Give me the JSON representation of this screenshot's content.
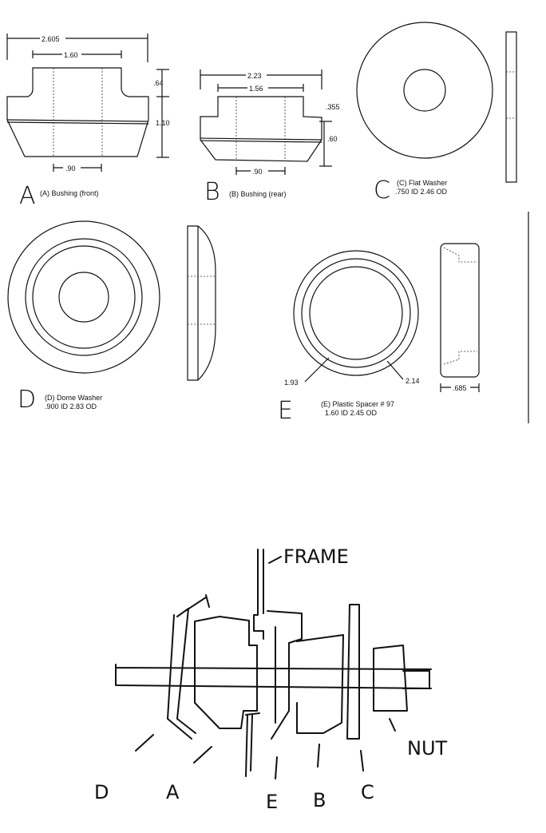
{
  "parts": {
    "A": {
      "letter": "A",
      "caption": "(A) Bushing (front)",
      "dims": {
        "overall": "2.605",
        "top": "1.60",
        "bore": ".90",
        "top_height": ".64",
        "base_height": "1.10"
      }
    },
    "B": {
      "letter": "B",
      "caption": "(B) Bushing (rear)",
      "dims": {
        "overall": "2.23",
        "top": "1.56",
        "bore": ".90",
        "top_height": ".355",
        "base_height": ".60"
      }
    },
    "C": {
      "letter": "C",
      "caption": "(C) Flat Washer",
      "spec": ".750 ID   2.46 OD"
    },
    "D": {
      "letter": "D",
      "caption": "(D) Dome Washer",
      "spec": ".900 ID   2.83 OD"
    },
    "E": {
      "letter": "E",
      "caption": "(E) Plastic Spacer # 97",
      "spec": "1.60 ID   2.45 OD",
      "dims": {
        "inner": "1.93",
        "outer": "2.14",
        "width": ".685"
      }
    }
  },
  "sketch": {
    "frame_label": "FRAME",
    "nut_label": "NUT",
    "labels": [
      "D",
      "A",
      "E",
      "B",
      "C"
    ]
  }
}
